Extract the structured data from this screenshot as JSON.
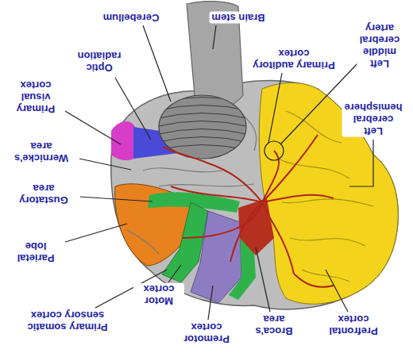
{
  "diagram": {
    "labels": [
      "Brain stem",
      "Cerebellum",
      "Optic radiation",
      "Primary visual cortex",
      "Wernicke's area",
      "Gustatory area",
      "Parietal lobe",
      "Primary somatic sensory cortex",
      "Motor cortex",
      "Premotor cortex",
      "Broca's area",
      "Prefrontal cortex",
      "Left cerebral hemisphere",
      "Left middle cerebral artery",
      "Primary auditory cortex"
    ]
  }
}
